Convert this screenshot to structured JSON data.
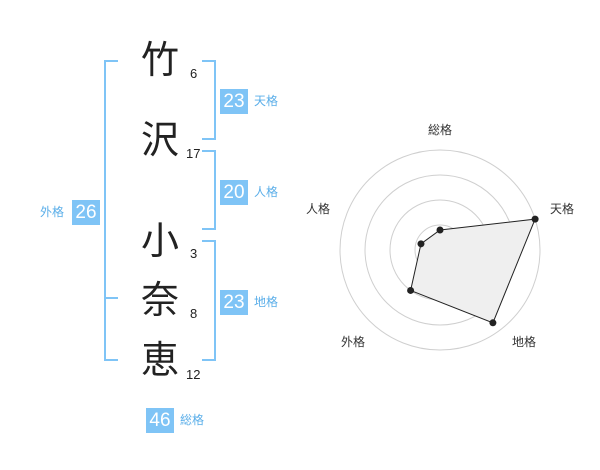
{
  "name_chars": [
    {
      "char": "竹",
      "strokes": "6"
    },
    {
      "char": "沢",
      "strokes": "17"
    },
    {
      "char": "小",
      "strokes": "3"
    },
    {
      "char": "奈",
      "strokes": "8"
    },
    {
      "char": "恵",
      "strokes": "12"
    }
  ],
  "scores": {
    "tenkaku": {
      "value": "23",
      "label": "天格"
    },
    "jinkaku": {
      "value": "20",
      "label": "人格"
    },
    "chikaku": {
      "value": "23",
      "label": "地格"
    },
    "gaikaku": {
      "value": "26",
      "label": "外格"
    },
    "soukaku": {
      "value": "46",
      "label": "総格"
    }
  },
  "colors": {
    "accent": "#7fc4f6",
    "label": "#5aaee9",
    "polygon_fill": "#efefef"
  },
  "chart_data": {
    "type": "radar",
    "axes": [
      "総格",
      "天格",
      "地格",
      "外格",
      "人格"
    ],
    "values": [
      0.2,
      1.0,
      0.9,
      0.5,
      0.2
    ],
    "range": [
      0,
      1
    ],
    "rings": 4
  }
}
